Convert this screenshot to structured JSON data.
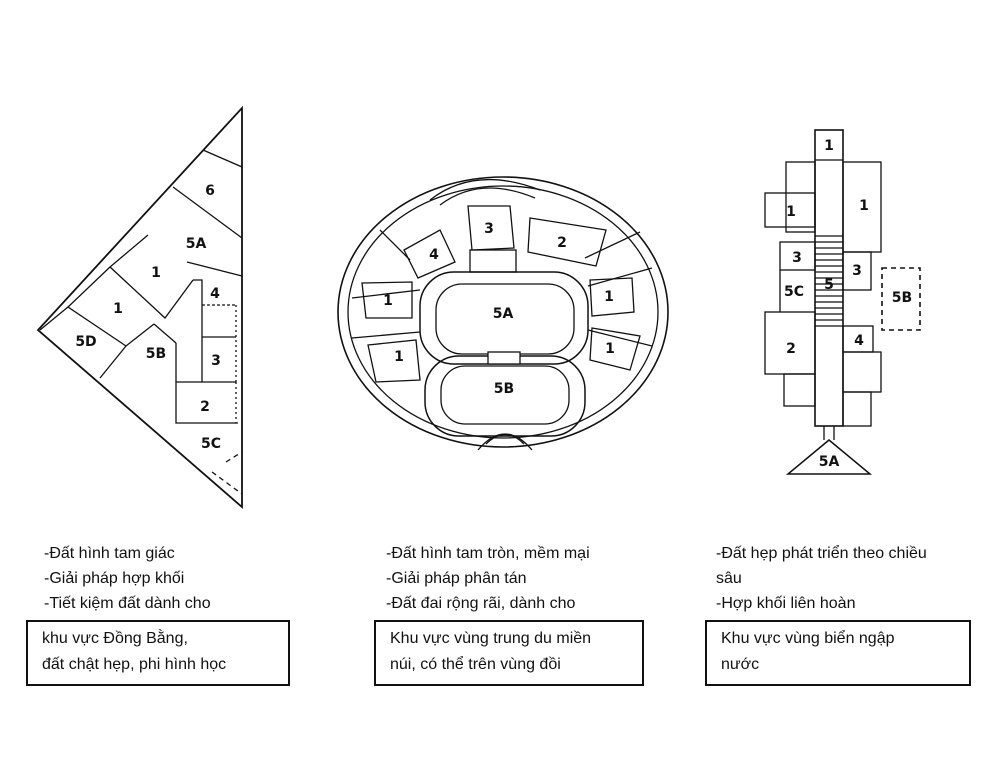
{
  "plans": [
    {
      "id": "triangle",
      "labels": [
        "6",
        "5A",
        "1",
        "1",
        "4",
        "5D",
        "5B",
        "3",
        "2",
        "5C"
      ],
      "notes": [
        "-Đất hình tam giác",
        "-Giải pháp hợp khối",
        "-Tiết kiệm đất dành cho"
      ],
      "box": [
        "khu vực Đồng Bằng,",
        "đất chật hẹp, phi hình học"
      ]
    },
    {
      "id": "round",
      "labels": [
        "3",
        "2",
        "4",
        "1",
        "1",
        "5A",
        "1",
        "1",
        "5B"
      ],
      "notes": [
        "-Đất hình tam tròn, mềm mại",
        "-Giải pháp phân tán",
        "-Đất đai rộng rãi, dành cho"
      ],
      "box": [
        "Khu vực vùng trung du miền",
        "núi, có thể trên vùng đồi"
      ]
    },
    {
      "id": "linear",
      "labels": [
        "1",
        "1",
        "1",
        "3",
        "3",
        "5C",
        "5",
        "5B",
        "2",
        "4",
        "5A"
      ],
      "notes": [
        "-Đất hẹp phát triển theo chiều",
        "sâu",
        "-Hợp khối liên hoàn"
      ],
      "box": [
        "Khu vực vùng biển ngập",
        "nước"
      ]
    }
  ]
}
